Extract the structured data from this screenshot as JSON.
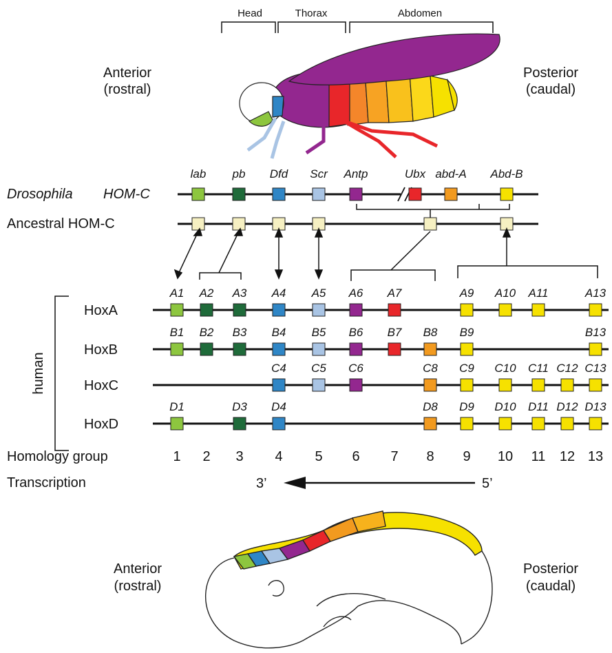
{
  "labels": {
    "head": "Head",
    "thorax": "Thorax",
    "abdomen": "Abdomen",
    "fly_anterior": "Anterior",
    "fly_anterior_sub": "(rostral)",
    "fly_posterior": "Posterior",
    "fly_posterior_sub": "(caudal)",
    "drosophila": "Drosophila",
    "homc": "HOM-C",
    "ancestral": "Ancestral HOM-C",
    "human": "human",
    "homology_group": "Homology group",
    "transcription": "Transcription",
    "three_prime": "3’",
    "five_prime": "5’",
    "embryo_anterior": "Anterior",
    "embryo_anterior_sub": "(rostral)",
    "embryo_posterior": "Posterior",
    "embryo_posterior_sub": "(caudal)"
  },
  "colors": {
    "g1": "#8dc63f",
    "g2": "#1f6b3a",
    "g3": "#1f6b3a",
    "g4": "#2f86c6",
    "g5": "#a9c4e4",
    "g6": "#93278f",
    "g7": "#e8262a",
    "g8": "#f29a1f",
    "g9": "#f6e100",
    "ancestral": "#f6f0c2"
  },
  "drosophila_genes": [
    {
      "name": "lab",
      "group": "g1"
    },
    {
      "name": "pb",
      "group": "g2"
    },
    {
      "name": "Dfd",
      "group": "g4"
    },
    {
      "name": "Scr",
      "group": "g5"
    },
    {
      "name": "Antp",
      "group": "g6"
    },
    {
      "name": "Ubx",
      "group": "g7"
    },
    {
      "name": "abd-A",
      "group": "g8"
    },
    {
      "name": "Abd-B",
      "group": "g9"
    }
  ],
  "hox_clusters": [
    {
      "name": "HoxA",
      "genes": [
        {
          "label": "A1",
          "g": 1
        },
        {
          "label": "A2",
          "g": 2
        },
        {
          "label": "A3",
          "g": 3
        },
        {
          "label": "A4",
          "g": 4
        },
        {
          "label": "A5",
          "g": 5
        },
        {
          "label": "A6",
          "g": 6
        },
        {
          "label": "A7",
          "g": 7
        },
        {
          "label": "A9",
          "g": 9
        },
        {
          "label": "A10",
          "g": 10
        },
        {
          "label": "A11",
          "g": 11
        },
        {
          "label": "A13",
          "g": 13
        }
      ]
    },
    {
      "name": "HoxB",
      "genes": [
        {
          "label": "B1",
          "g": 1
        },
        {
          "label": "B2",
          "g": 2
        },
        {
          "label": "B3",
          "g": 3
        },
        {
          "label": "B4",
          "g": 4
        },
        {
          "label": "B5",
          "g": 5
        },
        {
          "label": "B6",
          "g": 6
        },
        {
          "label": "B7",
          "g": 7
        },
        {
          "label": "B8",
          "g": 8
        },
        {
          "label": "B9",
          "g": 9
        },
        {
          "label": "B13",
          "g": 13
        }
      ]
    },
    {
      "name": "HoxC",
      "genes": [
        {
          "label": "C4",
          "g": 4
        },
        {
          "label": "C5",
          "g": 5
        },
        {
          "label": "C6",
          "g": 6
        },
        {
          "label": "C8",
          "g": 8
        },
        {
          "label": "C9",
          "g": 9
        },
        {
          "label": "C10",
          "g": 10
        },
        {
          "label": "C11",
          "g": 11
        },
        {
          "label": "C12",
          "g": 12
        },
        {
          "label": "C13",
          "g": 13
        }
      ]
    },
    {
      "name": "HoxD",
      "genes": [
        {
          "label": "D1",
          "g": 1
        },
        {
          "label": "D3",
          "g": 3
        },
        {
          "label": "D4",
          "g": 4
        },
        {
          "label": "D8",
          "g": 8
        },
        {
          "label": "D9",
          "g": 9
        },
        {
          "label": "D10",
          "g": 10
        },
        {
          "label": "D11",
          "g": 11
        },
        {
          "label": "D12",
          "g": 12
        },
        {
          "label": "D13",
          "g": 13
        }
      ]
    }
  ],
  "homology_groups": [
    "1",
    "2",
    "3",
    "4",
    "5",
    "6",
    "7",
    "8",
    "9",
    "10",
    "11",
    "12",
    "13"
  ]
}
